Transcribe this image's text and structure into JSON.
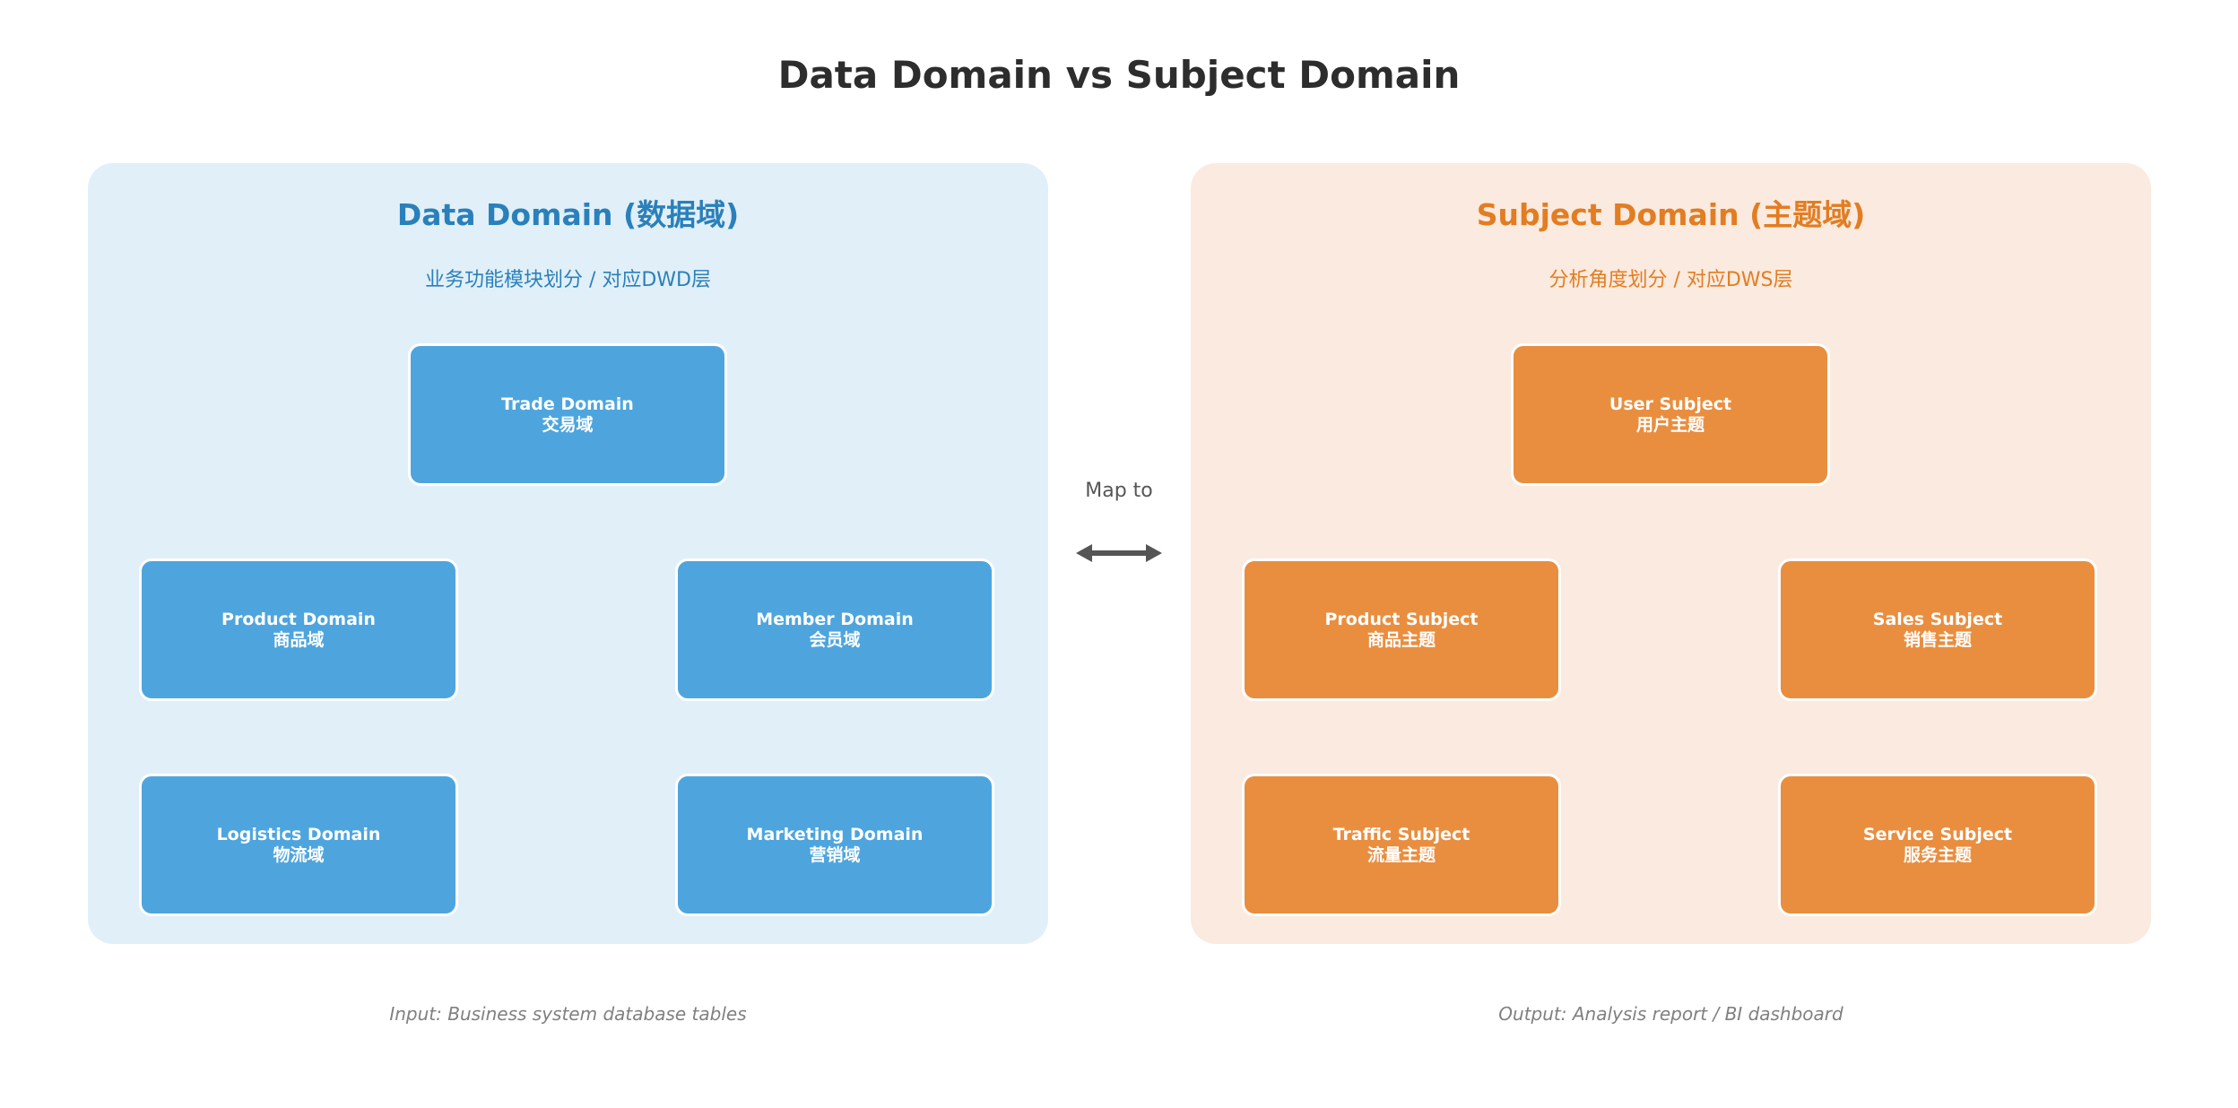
{
  "title": "Data Domain vs Subject Domain",
  "map_label": "Map to",
  "colors": {
    "data_panel_bg": "#e1eff9",
    "data_node": "#4ea5de",
    "data_text": "#2a80ba",
    "subject_panel_bg": "#fbeadf",
    "subject_node": "#e98e3f",
    "subject_text": "#e27d22"
  },
  "data_domain": {
    "title": "Data Domain (数据域)",
    "subtitle": "业务功能模块划分 / 对应DWD层",
    "nodes": [
      {
        "en": "Trade Domain",
        "zh": "交易域"
      },
      {
        "en": "Product Domain",
        "zh": "商品域"
      },
      {
        "en": "Member Domain",
        "zh": "会员域"
      },
      {
        "en": "Logistics Domain",
        "zh": "物流域"
      },
      {
        "en": "Marketing Domain",
        "zh": "营销域"
      }
    ],
    "footnote": "Input: Business system database tables"
  },
  "subject_domain": {
    "title": "Subject Domain (主题域)",
    "subtitle": "分析角度划分 / 对应DWS层",
    "nodes": [
      {
        "en": "User Subject",
        "zh": "用户主题"
      },
      {
        "en": "Product Subject",
        "zh": "商品主题"
      },
      {
        "en": "Sales Subject",
        "zh": "销售主题"
      },
      {
        "en": "Traffic Subject",
        "zh": "流量主题"
      },
      {
        "en": "Service Subject",
        "zh": "服务主题"
      }
    ],
    "footnote": "Output: Analysis report / BI dashboard"
  }
}
